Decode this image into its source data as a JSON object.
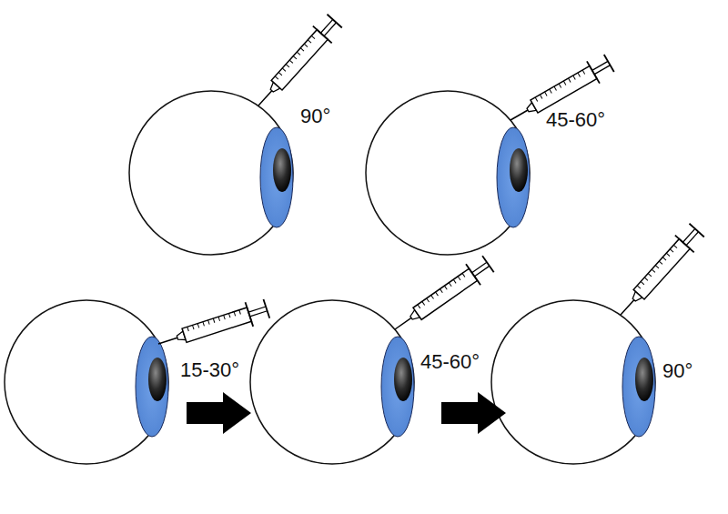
{
  "diagram": {
    "labels": [
      "90°",
      "45-60°",
      "15-30°",
      "45-60°",
      "90°"
    ]
  }
}
